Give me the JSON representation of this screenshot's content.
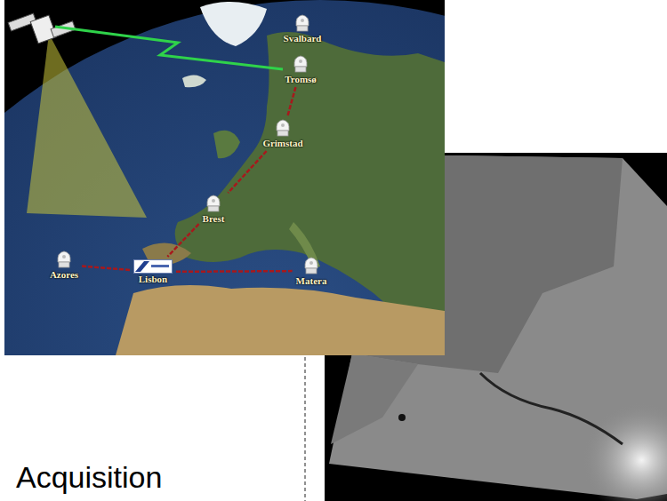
{
  "diagram": {
    "nodes": [
      {
        "text": [
          "Svalbard"
        ]
      },
      {
        "text": [
          "Tromsø"
        ]
      },
      {
        "text": [
          "Grimstad"
        ]
      },
      {
        "text": [
          "Brest"
        ]
      },
      {
        "text": [
          "Azores"
        ]
      },
      {
        "text": [
          "Lisbon"
        ]
      },
      {
        "text": [
          "Matera"
        ]
      }
    ],
    "edges": [
      {
        "from": 1,
        "to": 2,
        "arrow": "none"
      },
      {
        "from": 2,
        "to": 3,
        "arrow": "none"
      },
      {
        "from": 3,
        "to": 5,
        "arrow": "none"
      },
      {
        "from": 4,
        "to": 5,
        "arrow": "none"
      },
      {
        "from": 5,
        "to": 6,
        "arrow": "none"
      }
    ],
    "labels": [
      "Acquisition"
    ]
  }
}
